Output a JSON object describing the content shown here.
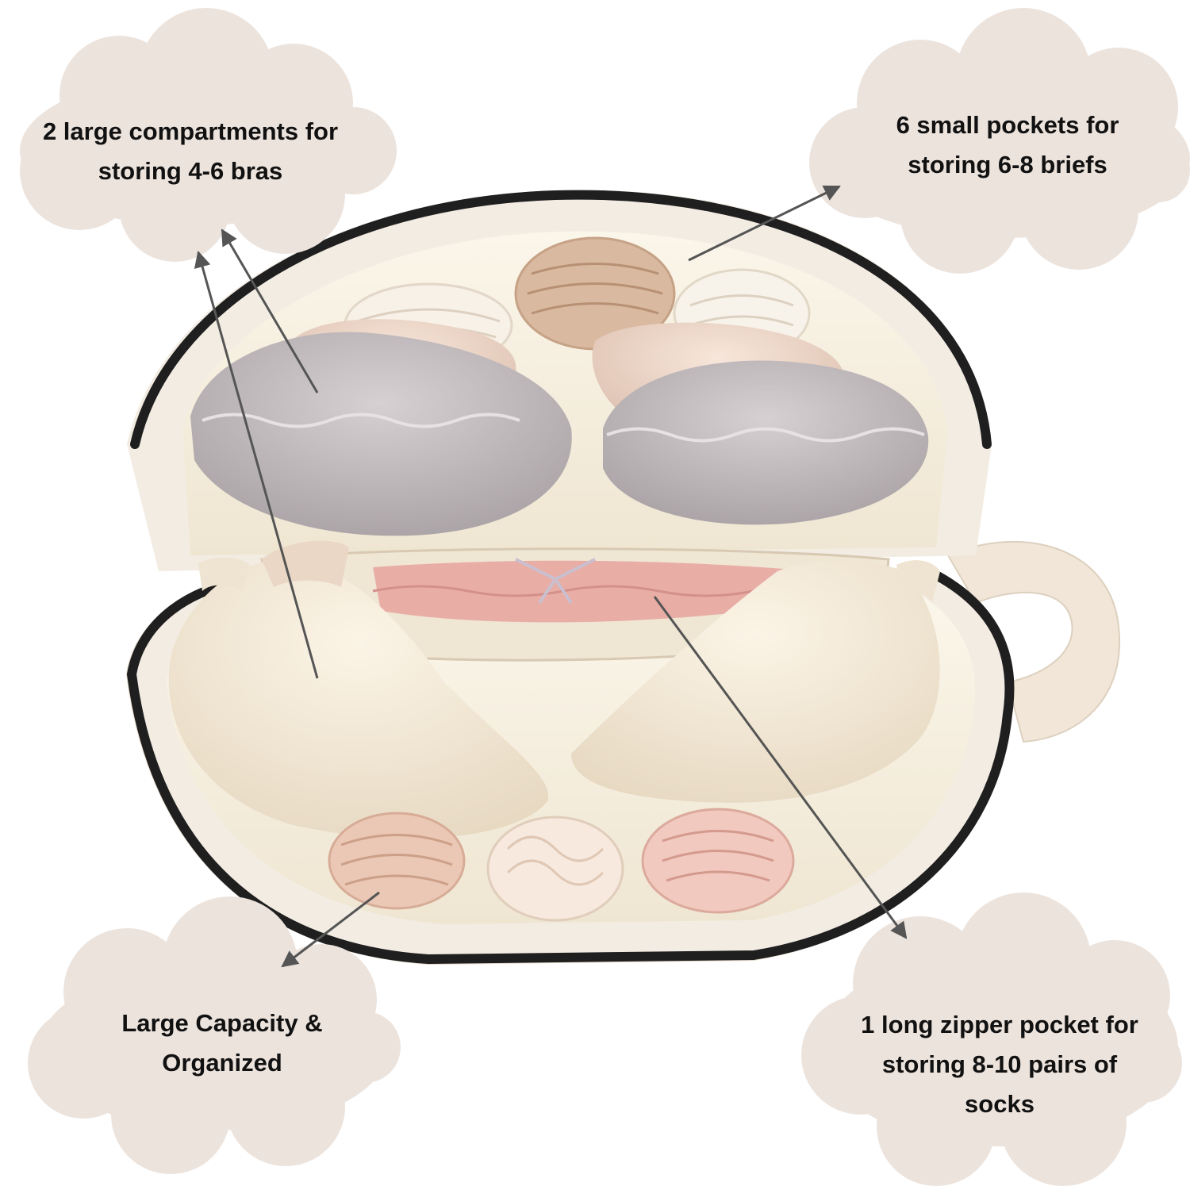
{
  "colors": {
    "cloud": "#ece3dd",
    "arrow": "#555555",
    "text": "#111111",
    "case_outer": "#f3ece3",
    "case_lining": "#f6efdc",
    "zipper": "#1f1f1f",
    "bra_grey": "#bdb6b8",
    "bra_peach": "#edd6c6",
    "bra_cream": "#f5ead8",
    "sock_pink": "#e8aea6"
  },
  "callouts": {
    "bras": {
      "lines": [
        "2 large compartments for",
        "storing 4-6 bras"
      ]
    },
    "briefs": {
      "lines": [
        "6 small pockets for",
        "storing 6-8 briefs"
      ]
    },
    "capacity": {
      "lines": [
        "Large Capacity &",
        "Organized"
      ]
    },
    "socks": {
      "lines": [
        "1 long  zipper pocket for",
        "storing 8-10 pairs of",
        "socks"
      ]
    }
  },
  "icons": [
    "cloud-bubble",
    "arrow",
    "organizer-bag"
  ]
}
